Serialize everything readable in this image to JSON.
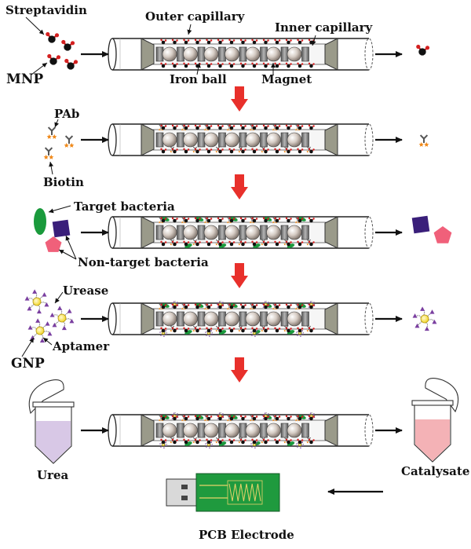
{
  "labels": {
    "streptavidin": "Streptavidin",
    "mnp": "MNP",
    "outer_capillary": "Outer capillary",
    "inner_capillary": "Inner capillary",
    "iron_ball": "Iron ball",
    "magnet": "Magnet",
    "pab": "PAb",
    "biotin": "Biotin",
    "target_bacteria": "Target bacteria",
    "non_target_bacteria": "Non-target bacteria",
    "urease": "Urease",
    "aptamer": "Aptamer",
    "gnp": "GNP",
    "urea": "Urea",
    "catalysate": "Catalysate",
    "pcb_electrode": "PCB Electrode"
  },
  "colors": {
    "flow_arrow": "#e8302b",
    "magnet": "#8c8c8c",
    "iron_ball": "#d6ccc4",
    "bacteria_green": "#1a9a3c",
    "bacteria_purple": "#3a1f7a",
    "bacteria_pink": "#f0607a",
    "gnp_yellow": "#f7e23a",
    "urease_purple": "#7a3fa0",
    "urea_tube": "#d8c8e6",
    "catalysate_tube": "#f4b2b6",
    "pcb_green": "#1f9a3e"
  },
  "steps": [
    "capture-mnp",
    "capture-pab",
    "capture-bacteria",
    "capture-gnp",
    "urea-catalysis"
  ],
  "step_contents": [
    [
      "mnp"
    ],
    [
      "mnp",
      "pab"
    ],
    [
      "mnp",
      "pab",
      "bacteria"
    ],
    [
      "mnp",
      "pab",
      "bacteria",
      "gnp"
    ],
    [
      "mnp",
      "pab",
      "bacteria",
      "gnp"
    ]
  ]
}
